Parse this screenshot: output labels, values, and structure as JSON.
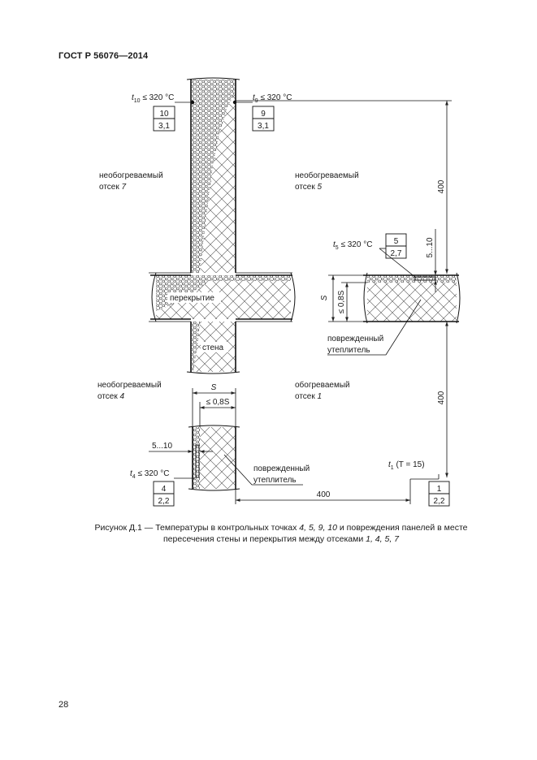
{
  "header": "ГОСТ Р 56076—2014",
  "page_number": "28",
  "figure": {
    "labels": {
      "t10": "t10 ≤ 320 °C",
      "t10_main": "t",
      "t10_sub": "10",
      "t10_rest": " ≤ 320 °C",
      "t9_main": "t",
      "t9_sub": "9",
      "t9_rest": " ≤ 320 °C",
      "t5_main": "t",
      "t5_sub": "5",
      "t5_rest": " ≤ 320 °C",
      "t4_main": "t",
      "t4_sub": "4",
      "t4_rest": " ≤ 320 °C",
      "t1_main": "t",
      "t1_sub": "1",
      "t1_rest": " (T = 15)",
      "box10_top": "10",
      "box10_bottom": "3,1",
      "box9_top": "9",
      "box9_bottom": "3,1",
      "box5_top": "5",
      "box5_bottom": "2,7",
      "box4_top": "4",
      "box4_bottom": "2,2",
      "box1_top": "1",
      "box1_bottom": "2,2",
      "compartment7_line1": "необогреваемый",
      "compartment7_line2": "отсек ",
      "compartment7_num": "7",
      "compartment5_line1": "необогреваемый",
      "compartment5_line2": "отсек ",
      "compartment5_num": "5",
      "compartment4_line1": "необогреваемый",
      "compartment4_line2": "отсек ",
      "compartment4_num": "4",
      "compartment1_line1": "обогреваемый",
      "compartment1_line2": "отсек ",
      "compartment1_num": "1",
      "floor": "перекрытие",
      "wall": "стена",
      "damaged1_line1": "поврежденный",
      "damaged1_line2": "утеплитель",
      "damaged2_line1": "поврежденный",
      "damaged2_line2": "утеплитель",
      "dim_400_top": "400",
      "dim_5_10_right": "5...10",
      "dim_S_vert": "S",
      "dim_08S_vert": "≤ 0,8S",
      "dim_400_right": "400",
      "dim_S_horiz": "S",
      "dim_08S_horiz": "≤ 0,8S",
      "dim_5_10_left": "5...10",
      "dim_400_bottom": "400"
    }
  },
  "caption": {
    "prefix": "Рисунок Д.1 — Температуры в контрольных точках ",
    "points": "4, 5, 9, 10",
    "middle": " и повреждения панелей в месте",
    "line2_prefix": "пересечения стены и перекрытия между отсеками ",
    "compartments": "1, 4, 5, 7"
  }
}
